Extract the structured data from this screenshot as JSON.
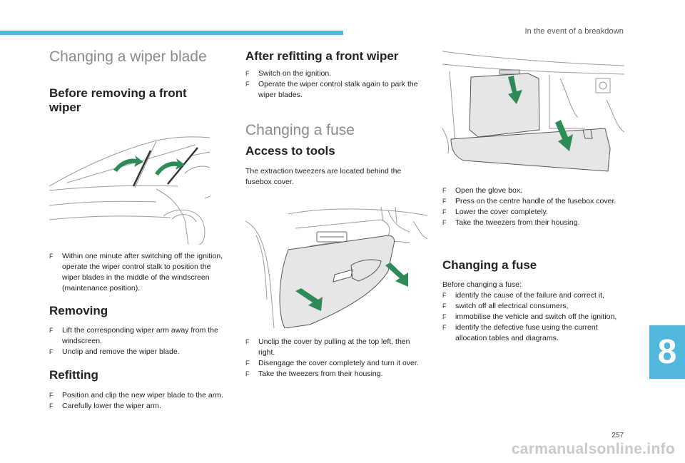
{
  "header": {
    "section_title": "In the event of a breakdown"
  },
  "col1": {
    "title": "Changing a wiper blade",
    "before_heading": "Before removing a front wiper",
    "before_steps": [
      "Within one minute after switching off the ignition, operate the wiper control stalk to position the wiper blades in the middle of the windscreen (maintenance position)."
    ],
    "removing_heading": "Removing",
    "removing_steps": [
      "Lift the corresponding wiper arm away from the windscreen.",
      "Unclip and remove the wiper blade."
    ],
    "refitting_heading": "Refitting",
    "refitting_steps": [
      "Position and clip the new wiper blade to the arm.",
      "Carefully lower the wiper arm."
    ]
  },
  "col2": {
    "after_heading": "After refitting a front wiper",
    "after_steps": [
      "Switch on the ignition.",
      "Operate the wiper control stalk again to park the wiper blades."
    ],
    "fuse_title": "Changing a fuse",
    "access_heading": "Access to tools",
    "access_text": "The extraction tweezers are located behind the fusebox cover.",
    "unclip_steps": [
      "Unclip the cover by pulling at the top left, then right.",
      "Disengage the cover completely and turn it over.",
      "Take the tweezers from their housing."
    ]
  },
  "col3": {
    "glovebox_steps": [
      "Open the glove box.",
      "Press on the centre handle of the fusebox cover.",
      "Lower the cover completely.",
      "Take the tweezers from their housing."
    ],
    "changing_heading": "Changing a fuse",
    "before_text": "Before changing a fuse:",
    "changing_steps": [
      "identify the cause of the failure and correct it,",
      "switch off all electrical consumers,",
      "immobilise the vehicle and switch off the ignition,",
      "identify the defective fuse using the current allocation tables and diagrams."
    ]
  },
  "footer": {
    "chapter_number": "8",
    "page_number": "257",
    "watermark": "carmanualsonline.info"
  },
  "colors": {
    "accent": "#4fb8dc",
    "arrow_green": "#2e8b57",
    "heading_grey": "#8a8a8a"
  }
}
